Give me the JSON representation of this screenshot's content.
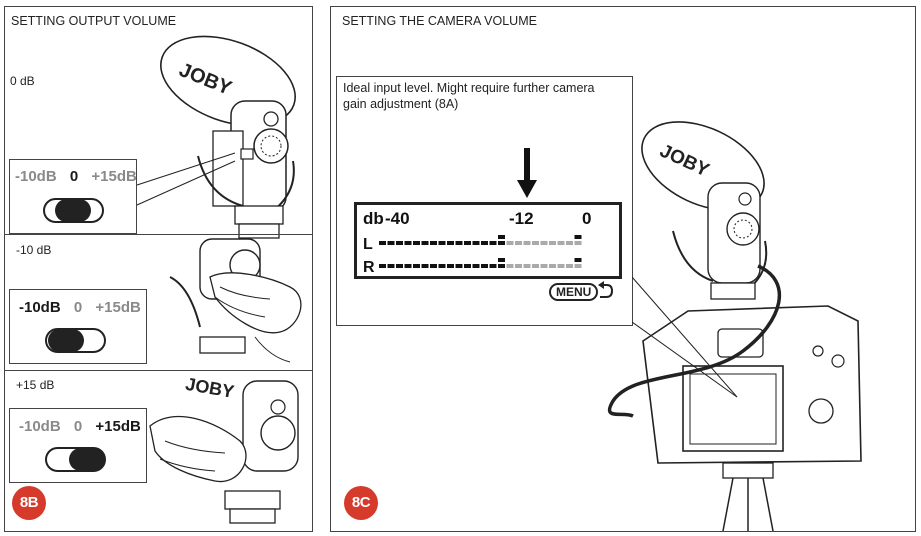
{
  "left_panel": {
    "title": "SETTING OUTPUT VOLUME",
    "badge": "8B",
    "badge_color": "#d63a2b",
    "rows": [
      {
        "label": "0 dB",
        "options": [
          "-10dB",
          "0",
          "+15dB"
        ],
        "selected": "0",
        "switch_position": "center"
      },
      {
        "label": "-10 dB",
        "options": [
          "-10dB",
          "0",
          "+15dB"
        ],
        "selected": "-10dB",
        "switch_position": "left"
      },
      {
        "label": "+15 dB",
        "options": [
          "-10dB",
          "0",
          "+15dB"
        ],
        "selected": "+15dB",
        "switch_position": "right"
      }
    ],
    "brand": "JOBY"
  },
  "right_panel": {
    "title": "SETTING THE CAMERA VOLUME",
    "badge": "8C",
    "callout": "Ideal input level. Might require further camera gain adjustment (8A)",
    "meter": {
      "db_label": "db",
      "scale": [
        "-40",
        "-12",
        "0"
      ],
      "channels": [
        "L",
        "R"
      ],
      "menu_label": "MENU"
    },
    "brand": "JOBY"
  }
}
